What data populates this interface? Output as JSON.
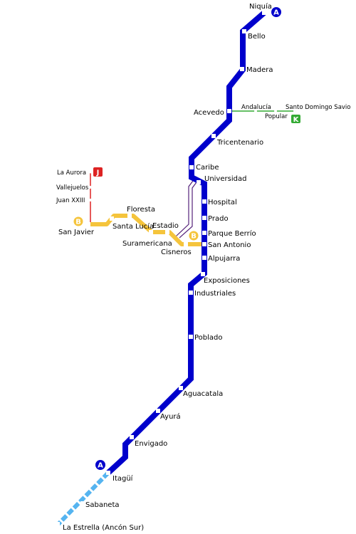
{
  "colors": {
    "line_a": "#0000cc",
    "line_a_extension": "#55b4f0",
    "line_b": "#f5c43c",
    "line_j": "#dd2222",
    "line_k": "#33aa33",
    "link_purple": "#55227a"
  },
  "lines": {
    "A": {
      "badge_top": "A",
      "badge_bottom": "A",
      "stations": [
        "Niquía",
        "Bello",
        "Madera",
        "Acevedo",
        "Tricentenario",
        "Caribe",
        "Universidad",
        "Hospital",
        "Prado",
        "Parque Berrío",
        "San Antonio",
        "Alpujarra",
        "Exposiciones",
        "Industriales",
        "Poblado",
        "Aguacatala",
        "Ayurá",
        "Envigado",
        "Itagüí",
        "Sabaneta",
        "La Estrella (Ancón Sur)"
      ]
    },
    "B": {
      "badge_west": "B",
      "badge_east": "B",
      "stations": [
        "San Javier",
        "Santa Lucía",
        "Floresta",
        "Estadio",
        "Suramericana",
        "Cisneros"
      ]
    },
    "J": {
      "badge": "J",
      "stations": [
        "La Aurora",
        "Vallejuelos",
        "Juan XXIII"
      ]
    },
    "K": {
      "badge": "K",
      "stations": [
        "Andalucía",
        "Popular",
        "Santo Domingo Savio"
      ]
    }
  }
}
